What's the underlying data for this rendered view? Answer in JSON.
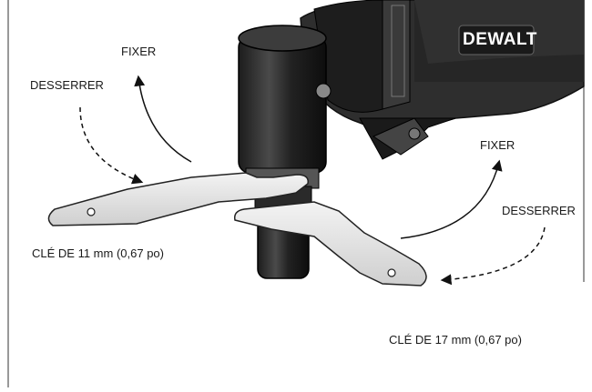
{
  "labels": {
    "fixer_left": "FIXER",
    "desserrer_left": "DESSERRER",
    "fixer_right": "FIXER",
    "desserrer_right": "DESSERRER",
    "wrench_small": "CLÉ DE 11 mm (0,67 po)",
    "wrench_large": "CLÉ DE 17 mm (0,67 po)"
  },
  "brand": "DEWALT",
  "colors": {
    "tool_body": "#2b2b2b",
    "tool_dark": "#111111",
    "wrench_fill": "#e9e9e9",
    "wrench_edge": "#2a2a2a",
    "brand_yellow_text": "#ffffff"
  }
}
